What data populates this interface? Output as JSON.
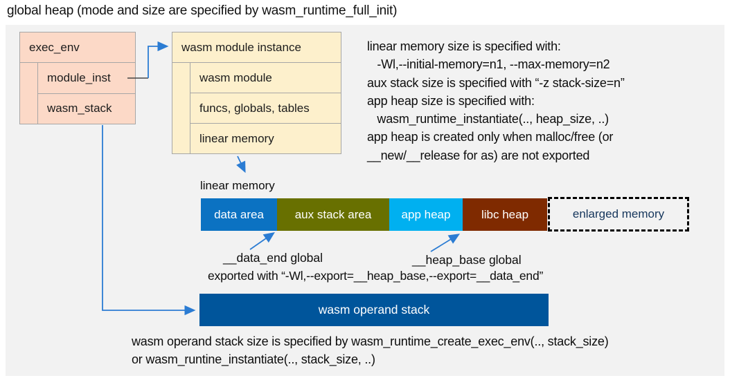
{
  "title": "global heap (mode and size are specified by wasm_runtime_full_init)",
  "exec_env_box": {
    "title": "exec_env",
    "rows": [
      "module_inst",
      "wasm_stack"
    ]
  },
  "module_instance_box": {
    "title": "wasm module instance",
    "rows": [
      "wasm module",
      "funcs, globals, tables",
      "linear memory"
    ]
  },
  "notes": {
    "lines": [
      "linear memory size is specified with:",
      "   -Wl,--initial-memory=n1, --max-memory=n2",
      "aux stack size is specified with “-z stack-size=n”",
      "app heap size is specified with:",
      "   wasm_runtime_instantiate(.., heap_size, ..)",
      "app heap is created only when malloc/free (or",
      "__new/__release for as) are not exported"
    ]
  },
  "linear_memory": {
    "label": "linear memory",
    "segments": [
      {
        "label": "data area",
        "color": "#0b72c2"
      },
      {
        "label": "aux stack area",
        "color": "#687000"
      },
      {
        "label": "app heap",
        "color": "#00b0f0"
      },
      {
        "label": "libc heap",
        "color": "#7f2a00"
      }
    ],
    "enlarged_label": "enlarged memory"
  },
  "annotations": {
    "data_end_label": "__data_end global",
    "heap_base_label": "__heap_base global",
    "exported_line": "exported with “-Wl,--export=__heap_base,--export=__data_end”"
  },
  "operand_stack": {
    "label": "wasm operand stack",
    "note_line1": "wasm operand stack size is specified by wasm_runtime_create_exec_env(.., stack_size)",
    "note_line2": "or wasm_runtine_instantiate(.., stack_size, ..)"
  },
  "colors": {
    "panel_bg": "#f2f2f2",
    "exec_env_fill": "#fcd9c7",
    "module_instance_fill": "#fdf0cc",
    "box_border": "#a6a6a6",
    "arrow_blue": "#2b7cd3",
    "data_area": "#0b72c2",
    "aux_stack_area": "#687000",
    "app_heap": "#00b0f0",
    "libc_heap": "#7f2a00",
    "operand_stack": "#00559b",
    "enlarged_text": "#16365c"
  }
}
